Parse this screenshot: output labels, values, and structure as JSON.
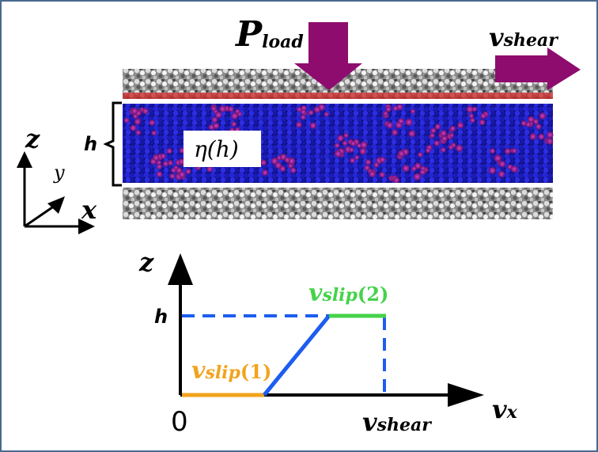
{
  "labels": {
    "load_main": "P",
    "load_sub": "load",
    "shear_main": "v",
    "shear_sub": "shear",
    "film_thickness": "h",
    "viscosity": "η(h)",
    "axis_z": "z",
    "axis_y": "y",
    "axis_x": "x"
  },
  "profile": {
    "axis_z": "z",
    "h_tick": "h",
    "origin": "0",
    "vx_main": "v",
    "vx_sub": "x",
    "vshear_main": "v",
    "vshear_sub": "shear",
    "slip1_main": "v",
    "slip1_sub": "slip",
    "slip1_arg": "(1)",
    "slip2_main": "v",
    "slip2_sub": "slip",
    "slip2_arg": "(2)"
  },
  "colors": {
    "arrow": "#8e0c6e",
    "wall": "#9a9a9a",
    "fluid_blue": "#1f20c8",
    "fluid_purple": "#8e1e8c",
    "slip1": "#f2a31d",
    "slip2": "#45d24a",
    "profile": "#1d5df0",
    "frame": "#4a6a8f"
  }
}
